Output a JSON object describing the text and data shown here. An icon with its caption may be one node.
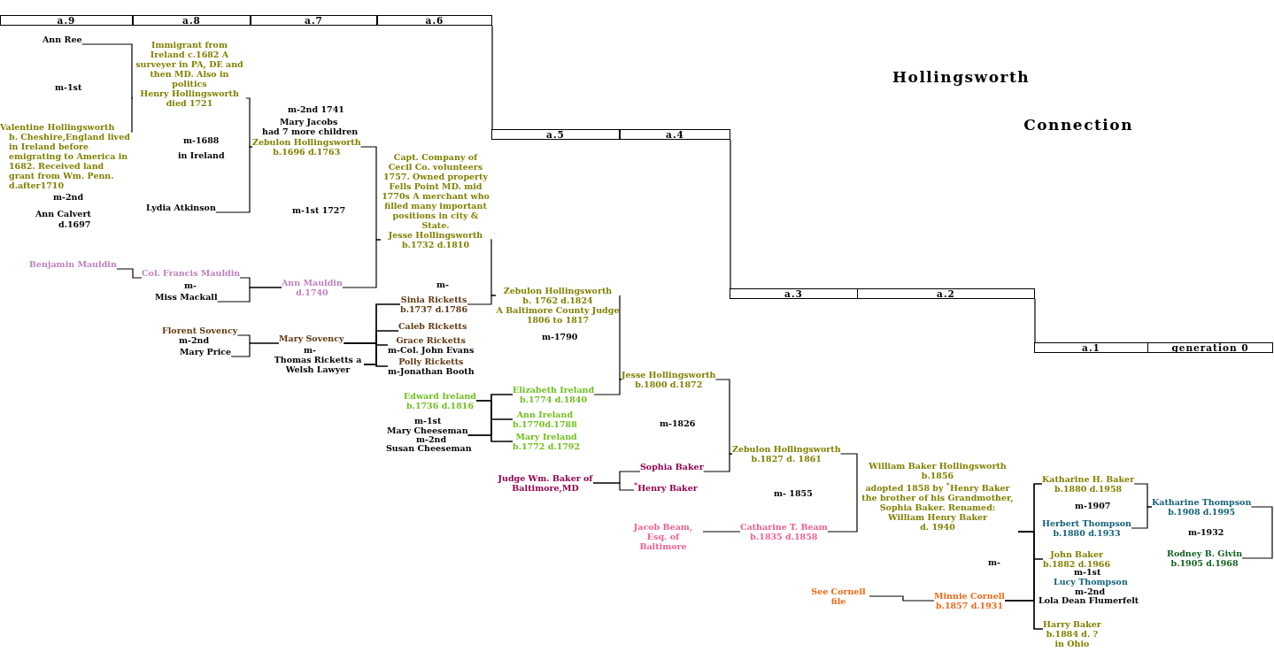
{
  "diagram": {
    "title": "Hollingsworth Connection",
    "nodes": [
      {
        "text": [
          "a.9"
        ]
      },
      {
        "text": [
          "a.8"
        ]
      },
      {
        "text": [
          "a.7"
        ]
      },
      {
        "text": [
          "a.6"
        ]
      },
      {
        "text": [
          "a.5"
        ]
      },
      {
        "text": [
          "a.4"
        ]
      },
      {
        "text": [
          "a.3"
        ]
      },
      {
        "text": [
          "a.2"
        ]
      },
      {
        "text": [
          "a.1"
        ]
      },
      {
        "text": [
          "generation 0"
        ]
      },
      {
        "text": [
          "Ann Ree"
        ]
      },
      {
        "text": [
          "Immigrant from Ireland c.1682 A surveyer in PA, DE and then MD. Also in politics",
          "Henry Hollingsworth",
          "died 1721"
        ]
      },
      {
        "text": [
          "Valentine Hollingsworth",
          "b. Cheshire,England lived in Ireland before emigrating to America in 1682. Received land grant from Wm. Penn. d.after1710"
        ]
      },
      {
        "text": [
          "Lydia Atkinson"
        ]
      },
      {
        "text": [
          "Zebulon Hollingsworth",
          "b.1696 d.1763"
        ]
      },
      {
        "text": [
          "Capt. Company of Cecil Co. volunteers 1757. Owned property Fells Point MD. mid 1770s A merchant who filled many important positions in city & State.",
          "Jesse Hollingsworth",
          "b.1732 d.1810"
        ]
      },
      {
        "text": [
          "Benjamin Mauldin"
        ]
      },
      {
        "text": [
          "Col. Francis Mauldin"
        ]
      },
      {
        "text": [
          "Miss Mackall"
        ]
      },
      {
        "text": [
          "Ann Mauldin",
          "d.1740"
        ]
      },
      {
        "text": [
          "Florent Sovency"
        ]
      },
      {
        "text": [
          "Mary Price"
        ]
      },
      {
        "text": [
          "Mary Sovency"
        ]
      },
      {
        "text": [
          "Thomas Ricketts a Welsh Lawyer"
        ]
      },
      {
        "text": [
          "Sinia Ricketts",
          "b.1737 d.1786"
        ]
      },
      {
        "text": [
          "Caleb Ricketts"
        ]
      },
      {
        "text": [
          "Grace Ricketts",
          "m-Col. John Evans"
        ]
      },
      {
        "text": [
          "Polly Ricketts",
          "m-Jonathan Booth"
        ]
      },
      {
        "text": [
          "Zebulon Hollingsworth",
          "b. 1762 d.1824",
          "A Baltimore County Judge 1806 to 1817"
        ]
      },
      {
        "text": [
          "Edward Ireland",
          "b.1736 d.1816"
        ]
      },
      {
        "text": [
          "Mary Cheeseman"
        ]
      },
      {
        "text": [
          "Elizabeth Ireland",
          "b.1774 d.1840"
        ]
      },
      {
        "text": [
          "Ann Ireland",
          "b.1770d.1788"
        ]
      },
      {
        "text": [
          "Mary Ireland",
          "b.1772 d.1792"
        ]
      },
      {
        "text": [
          "Jesse Hollingsworth",
          "b.1800 d.1872"
        ]
      },
      {
        "text": [
          "Judge Wm. Baker of Baltimore,MD"
        ]
      },
      {
        "text": [
          "Sophia Baker"
        ]
      },
      {
        "text": [
          "$^{*}$Henry Baker"
        ]
      },
      {
        "text": [
          "Zebulon Hollingsworth",
          "b.1827 d. 1861"
        ]
      },
      {
        "text": [
          "Jacob Beam, Esq. of Baltimore"
        ]
      },
      {
        "text": [
          "Catharine T. Beam",
          "b.1835 d.1858"
        ]
      },
      {
        "text": [
          "William Baker Hollingsworth",
          "b.1856",
          "adopted 1858 by $^{*}$Henry Baker the brother of his Grandmother, Sophia Baker. Renamed:",
          "William Henry Baker",
          "d. 1940"
        ]
      },
      {
        "text": [
          "See Cornell file"
        ]
      },
      {
        "text": [
          "Minnie Cornell",
          "b.1857 d.1931"
        ]
      },
      {
        "text": [
          "Katharine H. Baker",
          "b.1880 d.1958"
        ]
      },
      {
        "text": [
          "Herbert Thompson",
          "b.1880 d.1933"
        ]
      },
      {
        "text": [
          "John Baker",
          "b.1882 d.1966"
        ]
      },
      {
        "text": [
          "Harry Baker",
          "b.1884 d. ?",
          "in Ohio"
        ]
      },
      {
        "text": [
          "Katharine Thompson",
          "b.1908 d.1995"
        ]
      },
      {
        "text": [
          "Rodney B. Givin",
          "b.1905 d.1968"
        ]
      }
    ],
    "edges": [
      {
        "from": 3,
        "to": 4,
        "arrow": "none"
      },
      {
        "from": 5,
        "to": 6,
        "arrow": "none"
      },
      {
        "from": 7,
        "to": 8,
        "arrow": "none"
      },
      {
        "from": 10,
        "to": 11,
        "arrow": "none"
      },
      {
        "from": 12,
        "to": 11,
        "arrow": "none"
      },
      {
        "from": 11,
        "to": 14,
        "arrow": "none"
      },
      {
        "from": 13,
        "to": 14,
        "arrow": "none"
      },
      {
        "from": 14,
        "to": 15,
        "arrow": "none"
      },
      {
        "from": 19,
        "to": 15,
        "arrow": "none"
      },
      {
        "from": 16,
        "to": 17,
        "arrow": "none"
      },
      {
        "from": 17,
        "to": 19,
        "arrow": "none"
      },
      {
        "from": 18,
        "to": 19,
        "arrow": "none"
      },
      {
        "from": 20,
        "to": 22,
        "arrow": "none"
      },
      {
        "from": 21,
        "to": 22,
        "arrow": "none"
      },
      {
        "from": 22,
        "to": 24,
        "arrow": "none"
      },
      {
        "from": 22,
        "to": 25,
        "arrow": "none"
      },
      {
        "from": 22,
        "to": 26,
        "arrow": "none"
      },
      {
        "from": 22,
        "to": 27,
        "arrow": "none"
      },
      {
        "from": 23,
        "to": 24,
        "arrow": "none"
      },
      {
        "from": 23,
        "to": 25,
        "arrow": "none"
      },
      {
        "from": 23,
        "to": 26,
        "arrow": "none"
      },
      {
        "from": 23,
        "to": 27,
        "arrow": "none"
      },
      {
        "from": 15,
        "to": 28,
        "arrow": "none"
      },
      {
        "from": 24,
        "to": 28,
        "arrow": "none"
      },
      {
        "from": 29,
        "to": 31,
        "arrow": "none"
      },
      {
        "from": 29,
        "to": 32,
        "arrow": "none"
      },
      {
        "from": 29,
        "to": 33,
        "arrow": "none"
      },
      {
        "from": 30,
        "to": 31,
        "arrow": "none"
      },
      {
        "from": 30,
        "to": 32,
        "arrow": "none"
      },
      {
        "from": 30,
        "to": 33,
        "arrow": "none"
      },
      {
        "from": 28,
        "to": 34,
        "arrow": "none"
      },
      {
        "from": 31,
        "to": 34,
        "arrow": "none"
      },
      {
        "from": 35,
        "to": 36,
        "arrow": "none"
      },
      {
        "from": 35,
        "to": 37,
        "arrow": "none"
      },
      {
        "from": 34,
        "to": 38,
        "arrow": "none"
      },
      {
        "from": 36,
        "to": 38,
        "arrow": "none"
      },
      {
        "from": 39,
        "to": 40,
        "arrow": "none"
      },
      {
        "from": 38,
        "to": 41,
        "arrow": "none"
      },
      {
        "from": 40,
        "to": 41,
        "arrow": "none"
      },
      {
        "from": 41,
        "to": 44,
        "arrow": "none"
      },
      {
        "from": 41,
        "to": 46,
        "arrow": "none"
      },
      {
        "from": 41,
        "to": 47,
        "arrow": "none"
      },
      {
        "from": 43,
        "to": 44,
        "arrow": "none"
      },
      {
        "from": 43,
        "to": 46,
        "arrow": "none"
      },
      {
        "from": 43,
        "to": 47,
        "arrow": "none"
      },
      {
        "from": 42,
        "to": 43,
        "arrow": "none"
      },
      {
        "from": 44,
        "to": 48,
        "arrow": "none"
      },
      {
        "from": 45,
        "to": 48,
        "arrow": "none"
      },
      {
        "from": 48,
        "to": 49,
        "arrow": "none"
      }
    ],
    "labels": [
      "m-1st",
      "m-2nd",
      "Ann Calvert",
      "d.1697",
      "m-1688",
      "in Ireland",
      "m-2nd 1741",
      "Mary Jacobs",
      "had 7 more children",
      "m-1st 1727",
      "m-",
      "m-2nd",
      "m-",
      "m-",
      "m-1790",
      "m-1st",
      "m-2nd",
      "Susan Cheeseman",
      "m-1826",
      "m- 1855",
      "m-",
      "m-1907",
      "m-1st",
      "Lucy Thompson",
      "m-2nd",
      "Lola Dean Flumerfelt",
      "m-1932"
    ]
  }
}
